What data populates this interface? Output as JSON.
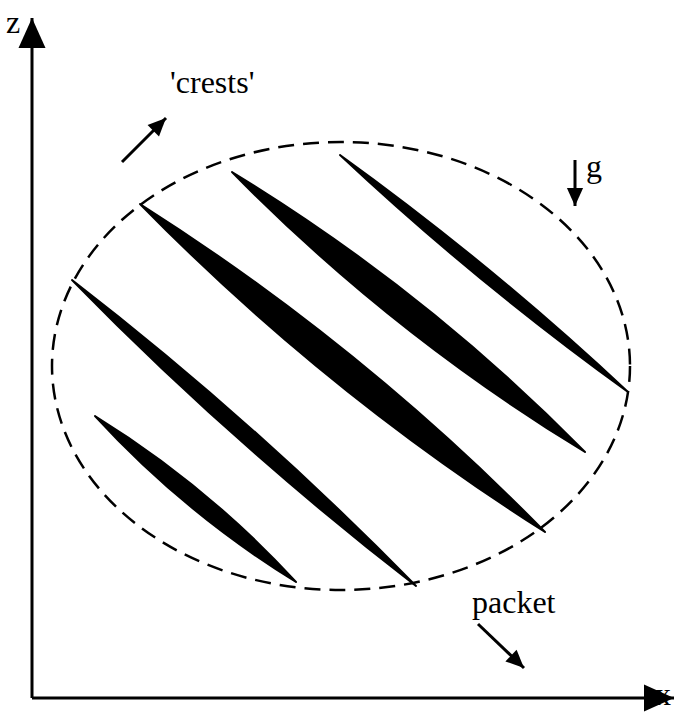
{
  "diagram": {
    "labels": [
      "z",
      "x",
      "'crests'",
      "g",
      "packet"
    ]
  }
}
